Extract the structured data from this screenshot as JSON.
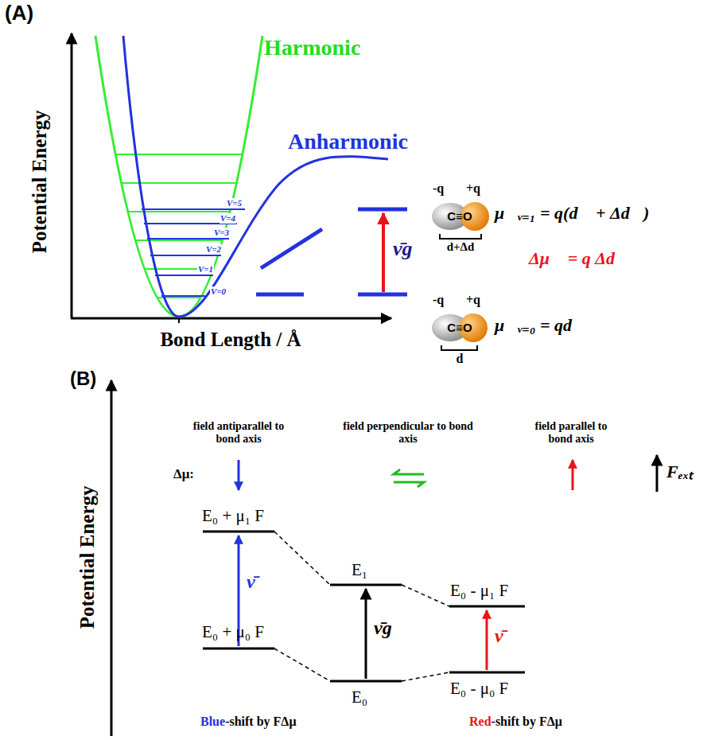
{
  "diagram": {
    "labels": [
      "(A)",
      "Potential Energy",
      "Bond Length / Å",
      "Harmonic",
      "Anharmonic",
      "V=5",
      "V=4",
      "V=3",
      "V=2",
      "V=1",
      "V=0",
      "ν̄g",
      "-q",
      "+q",
      "C≡O",
      "d+Δd",
      "μ⃗ᵥ₌₁ = q(d⃗ + Δd⃗)",
      "Δμ⃗ = q Δd⃗",
      "-q",
      "+q",
      "C≡O",
      "d",
      "μ⃗ᵥ₌₀ = qd⃗",
      "(B)",
      "Potential Energy",
      "field antiparallel to bond axis",
      "field perpendicular to bond axis",
      "field parallel to bond axis",
      "Δμ:",
      "Fₑₓₜ",
      "E₀ + μ₁ F",
      "E₀ + μ₀ F",
      "E₁",
      "E₀",
      "E₀ - μ₁ F",
      "E₀ - μ₀ F",
      "ν̄",
      "ν̄g",
      "ν̄",
      "Blue",
      "-shift by FΔμ",
      "Red",
      "-shift by FΔμ"
    ]
  }
}
